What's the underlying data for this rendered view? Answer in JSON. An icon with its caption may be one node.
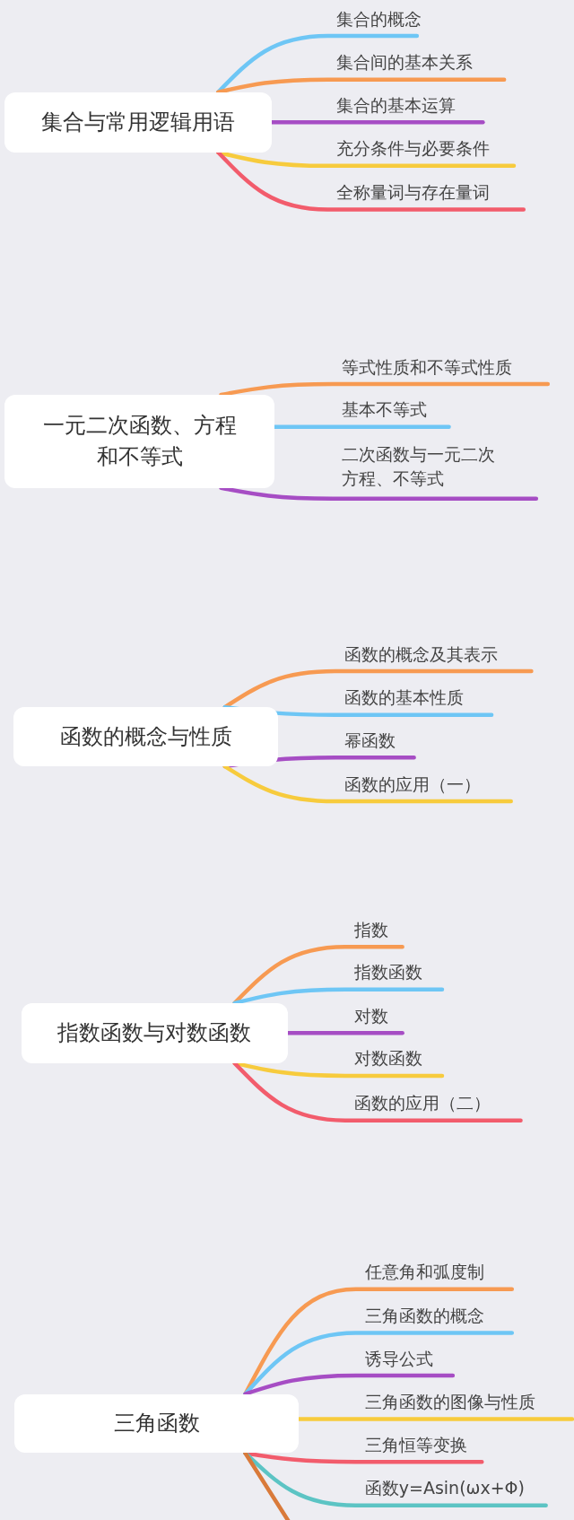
{
  "diagram": {
    "nodes": [
      {
        "text": [
          "集合与常用逻辑用语"
        ]
      },
      {
        "text": [
          "集合的概念"
        ]
      },
      {
        "text": [
          "集合间的基本关系"
        ]
      },
      {
        "text": [
          "集合的基本运算"
        ]
      },
      {
        "text": [
          "充分条件与必要条件"
        ]
      },
      {
        "text": [
          "全称量词与存在量词"
        ]
      },
      {
        "text": [
          "一元二次函数、方程和不等式"
        ]
      },
      {
        "text": [
          "等式性质和不等式性质"
        ]
      },
      {
        "text": [
          "基本不等式"
        ]
      },
      {
        "text": [
          "二次函数与一元二次方程、不等式"
        ]
      },
      {
        "text": [
          "函数的概念与性质"
        ]
      },
      {
        "text": [
          "函数的概念及其表示"
        ]
      },
      {
        "text": [
          "函数的基本性质"
        ]
      },
      {
        "text": [
          "幂函数"
        ]
      },
      {
        "text": [
          "函数的应用（一）"
        ]
      },
      {
        "text": [
          "指数函数与对数函数"
        ]
      },
      {
        "text": [
          "指数"
        ]
      },
      {
        "text": [
          "指数函数"
        ]
      },
      {
        "text": [
          "对数"
        ]
      },
      {
        "text": [
          "对数函数"
        ]
      },
      {
        "text": [
          "函数的应用（二）"
        ]
      },
      {
        "text": [
          "三角函数"
        ]
      },
      {
        "text": [
          "任意角和弧度制"
        ]
      },
      {
        "text": [
          "三角函数的概念"
        ]
      },
      {
        "text": [
          "诱导公式"
        ]
      },
      {
        "text": [
          "三角函数的图像与性质"
        ]
      },
      {
        "text": [
          "三角恒等变换"
        ]
      },
      {
        "text": [
          "函数y=Asin(ωx+Φ)"
        ]
      }
    ],
    "edges": [
      {
        "from": 0,
        "to": 1,
        "arrow": "none",
        "color": "#6ec6f5"
      },
      {
        "from": 0,
        "to": 2,
        "arrow": "none",
        "color": "#f79a52"
      },
      {
        "from": 0,
        "to": 3,
        "arrow": "none",
        "color": "#a64dc4"
      },
      {
        "from": 0,
        "to": 4,
        "arrow": "none",
        "color": "#f7cb3d"
      },
      {
        "from": 0,
        "to": 5,
        "arrow": "none",
        "color": "#f25c6c"
      },
      {
        "from": 6,
        "to": 7,
        "arrow": "none",
        "color": "#f79a52"
      },
      {
        "from": 6,
        "to": 8,
        "arrow": "none",
        "color": "#6ec6f5"
      },
      {
        "from": 6,
        "to": 9,
        "arrow": "none",
        "color": "#a64dc4"
      },
      {
        "from": 10,
        "to": 11,
        "arrow": "none",
        "color": "#f79a52"
      },
      {
        "from": 10,
        "to": 12,
        "arrow": "none",
        "color": "#6ec6f5"
      },
      {
        "from": 10,
        "to": 13,
        "arrow": "none",
        "color": "#a64dc4"
      },
      {
        "from": 10,
        "to": 14,
        "arrow": "none",
        "color": "#f7cb3d"
      },
      {
        "from": 15,
        "to": 16,
        "arrow": "none",
        "color": "#f79a52"
      },
      {
        "from": 15,
        "to": 17,
        "arrow": "none",
        "color": "#6ec6f5"
      },
      {
        "from": 15,
        "to": 18,
        "arrow": "none",
        "color": "#a64dc4"
      },
      {
        "from": 15,
        "to": 19,
        "arrow": "none",
        "color": "#f7cb3d"
      },
      {
        "from": 15,
        "to": 20,
        "arrow": "none",
        "color": "#f25c6c"
      },
      {
        "from": 21,
        "to": 22,
        "arrow": "none",
        "color": "#f79a52"
      },
      {
        "from": 21,
        "to": 23,
        "arrow": "none",
        "color": "#6ec6f5"
      },
      {
        "from": 21,
        "to": 24,
        "arrow": "none",
        "color": "#a64dc4"
      },
      {
        "from": 21,
        "to": 25,
        "arrow": "none",
        "color": "#f7cb3d"
      },
      {
        "from": 21,
        "to": 26,
        "arrow": "none",
        "color": "#f25c6c"
      },
      {
        "from": 21,
        "to": 27,
        "arrow": "none",
        "color": "#5cc4c4"
      },
      {
        "from": 21,
        "to": null,
        "arrow": "none",
        "color": "#d97a3a"
      }
    ]
  }
}
